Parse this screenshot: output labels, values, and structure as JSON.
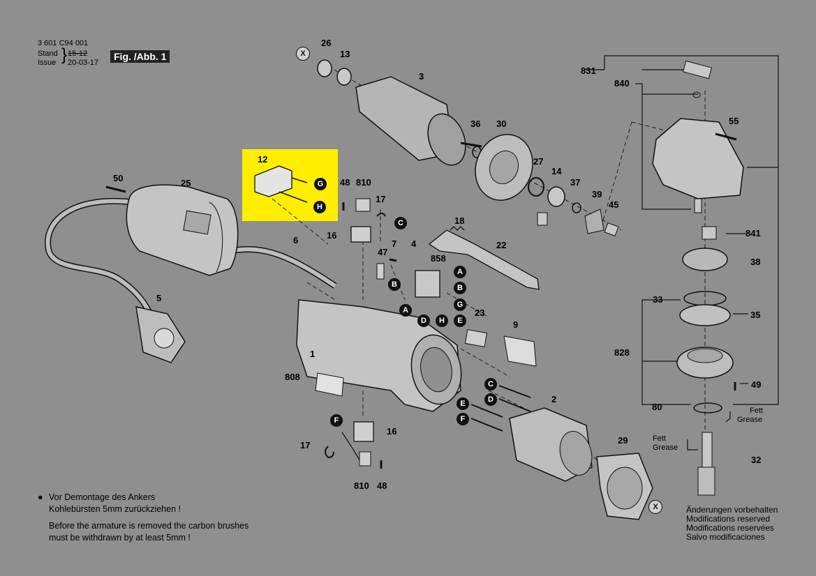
{
  "header": {
    "part_number": "3 601 C94 001",
    "stand_label": "Stand",
    "stand_old": "15-12",
    "issue_label": "Issue",
    "issue_date": "20-03-17",
    "figure": "Fig. /Abb. 1"
  },
  "part_labels": [
    "26",
    "13",
    "3",
    "36",
    "30",
    "27",
    "14",
    "37",
    "39",
    "45",
    "831",
    "840",
    "55",
    "841",
    "38",
    "33",
    "35",
    "828",
    "49",
    "80",
    "32",
    "12",
    "50",
    "25",
    "48",
    "810",
    "17",
    "16",
    "47",
    "7",
    "4",
    "6",
    "858",
    "18",
    "22",
    "23",
    "9",
    "5",
    "1",
    "808",
    "2",
    "29",
    "16",
    "17",
    "810",
    "48"
  ],
  "callouts": [
    "X",
    "X",
    "G",
    "H",
    "C",
    "A",
    "B",
    "B",
    "A",
    "D",
    "H",
    "E",
    "G",
    "B",
    "C",
    "D",
    "E",
    "F",
    "F"
  ],
  "annotations": {
    "fett_grease_1": [
      "Fett",
      "Grease"
    ],
    "fett_grease_2": [
      "Fett",
      "Grease"
    ]
  },
  "notes": {
    "de_line1": "Vor Demontage des Ankers",
    "de_line2": "Kohlebürsten 5mm zurückziehen !",
    "en_line1": "Before the armature is removed the carbon brushes",
    "en_line2": "must be withdrawn by at least 5mm !"
  },
  "modifications": [
    "Änderungen vorbehalten",
    "Modifications reserved",
    "Modifications reservées",
    "Salvo modificaciones"
  ],
  "colors": {
    "background": "#8f8f8f",
    "highlight": "#ffee00",
    "ink": "#111111",
    "part_fill": "#bdbdbd"
  }
}
